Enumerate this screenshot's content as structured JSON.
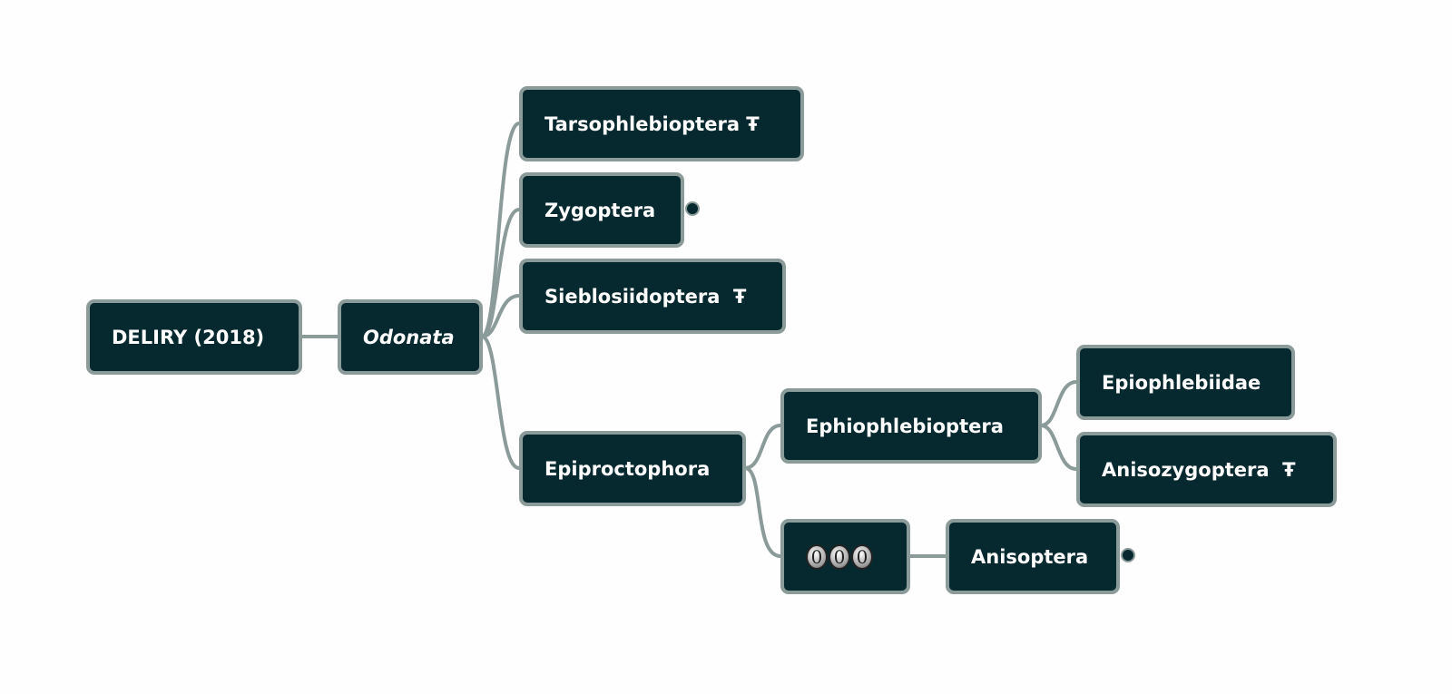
{
  "root": {
    "label": "DELIRY (2018)"
  },
  "order": {
    "label": "Odonata"
  },
  "suborders": [
    {
      "label": "Tarsophlebioptera Ŧ"
    },
    {
      "label": "Zygoptera",
      "collapsed": true
    },
    {
      "label": "Sieblosiidoptera  Ŧ"
    },
    {
      "label": "Epiproctophora"
    }
  ],
  "epiproctophora_children": [
    {
      "label": "Ephiophlebioptera"
    },
    {
      "label": "000"
    }
  ],
  "ephiophlebioptera_children": [
    {
      "label": "Epiophlebiidae"
    },
    {
      "label": "Anisozygoptera  Ŧ"
    }
  ],
  "placeholder_children": [
    {
      "label": "Anisoptera",
      "collapsed": true
    }
  ],
  "colors": {
    "node_fill": "#06282f",
    "node_border": "#8b9b99",
    "link": "#8b9b99",
    "text": "#ffffff"
  }
}
